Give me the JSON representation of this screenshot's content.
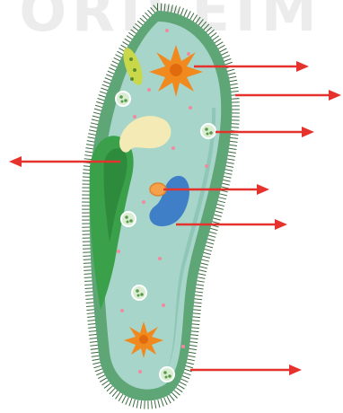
{
  "diagram": {
    "subject": "paramecium",
    "structures": [
      "contractile-vacuole",
      "cell-membrane-cilia",
      "food-vacuole",
      "oral-groove",
      "micronucleus",
      "macronucleus",
      "anal-pore"
    ]
  },
  "colors": {
    "cytoplasm": "#a7d5c9",
    "cell_outline": "#5fa677",
    "cilia": "#3b6b3f",
    "oral_groove": "#3aa14a",
    "pointer_arrow": "#e5322d",
    "contractile_vacuole": "#f08a1e",
    "macronucleus": "#3f7fc7",
    "micronucleus": "#f5a04a",
    "food_vacuole": "#d9edd2",
    "ectoplasm": "#f3eab5"
  },
  "watermark": "ORISEIM"
}
